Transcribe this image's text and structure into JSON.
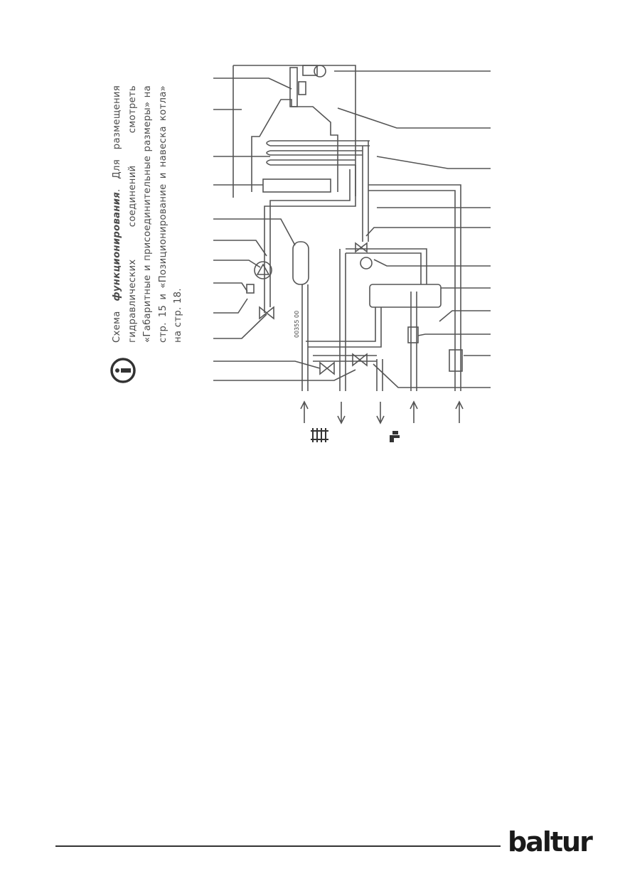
{
  "note": {
    "icon": "info-icon",
    "text_prefix": "Схема ",
    "text_bold": "функционирования",
    "text_rest": ". Для размещения гидравлических соединений смотреть «Габаритные и присоединительные размеры» на стр. 15 и «Позиционирование и навеска котла» на стр. 18."
  },
  "diagram": {
    "code": "00355 00",
    "icons": [
      "radiator-icon",
      "tap-icon"
    ]
  },
  "footer": {
    "logo": "baltur"
  },
  "colors": {
    "line": "#555555",
    "text": "#4a4a4a",
    "rule": "#333333"
  }
}
